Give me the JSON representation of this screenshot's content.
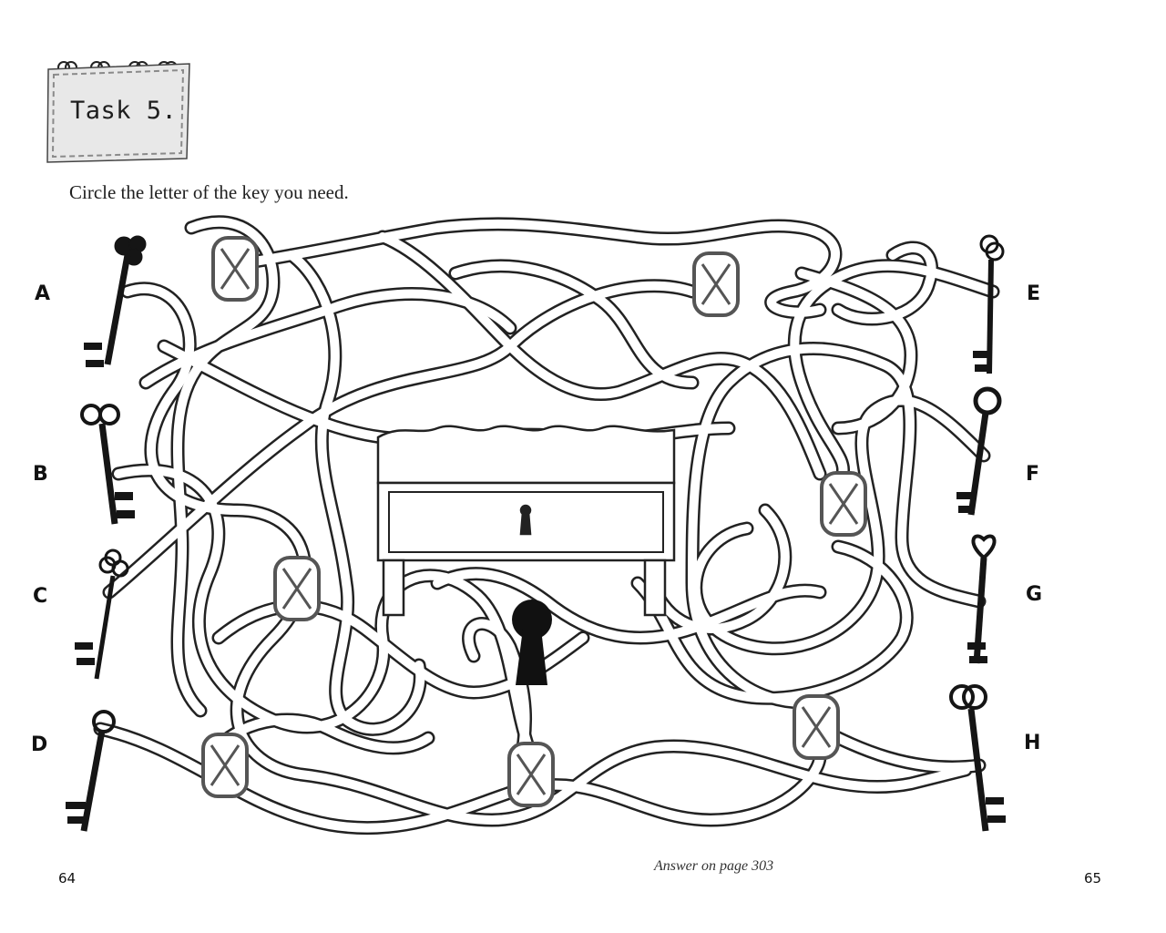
{
  "task": {
    "title": "Task 5."
  },
  "instruction": "Circle the letter of the key you need.",
  "keys": [
    {
      "letter": "A"
    },
    {
      "letter": "B"
    },
    {
      "letter": "C"
    },
    {
      "letter": "D"
    },
    {
      "letter": "E"
    },
    {
      "letter": "F"
    },
    {
      "letter": "G"
    },
    {
      "letter": "H"
    }
  ],
  "footer": {
    "left_page": "64",
    "right_page": "65",
    "answer_note": "Answer on page 303"
  },
  "icons": {
    "dead_end": "x-box-icon",
    "goal": "keyhole-icon",
    "chest": "treasure-chest-icon",
    "key": "skeleton-key-icon"
  },
  "colors": {
    "ink": "#1a1a1a",
    "card": "#e6e6e6",
    "deadend_stroke": "#555555"
  }
}
